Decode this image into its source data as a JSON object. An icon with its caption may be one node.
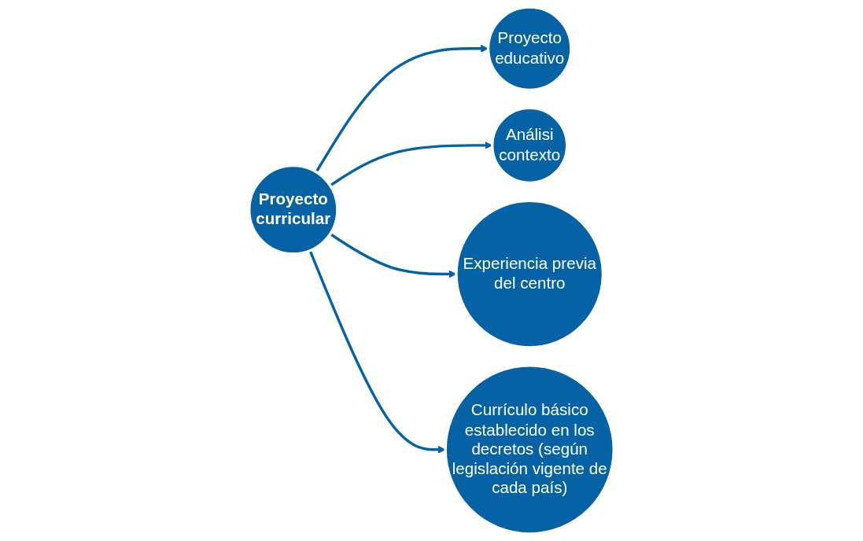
{
  "diagram": {
    "nodes": [
      {
        "text": [
          "Proyecto educativo"
        ]
      },
      {
        "text": [
          "Análisi contexto"
        ]
      },
      {
        "text": [
          "Experiencia previa del centro"
        ]
      },
      {
        "text": [
          "Proyecto curricular"
        ]
      },
      {
        "text": [
          "Currículo básico establecido en los decretos (según legislación vigente de cada país)"
        ]
      }
    ],
    "edges": [
      {
        "from": 3,
        "to": 0,
        "arrow": "to"
      },
      {
        "from": 3,
        "to": 1,
        "arrow": "to"
      },
      {
        "from": 3,
        "to": 2,
        "arrow": "to"
      },
      {
        "from": 3,
        "to": 4,
        "arrow": "to"
      }
    ]
  }
}
